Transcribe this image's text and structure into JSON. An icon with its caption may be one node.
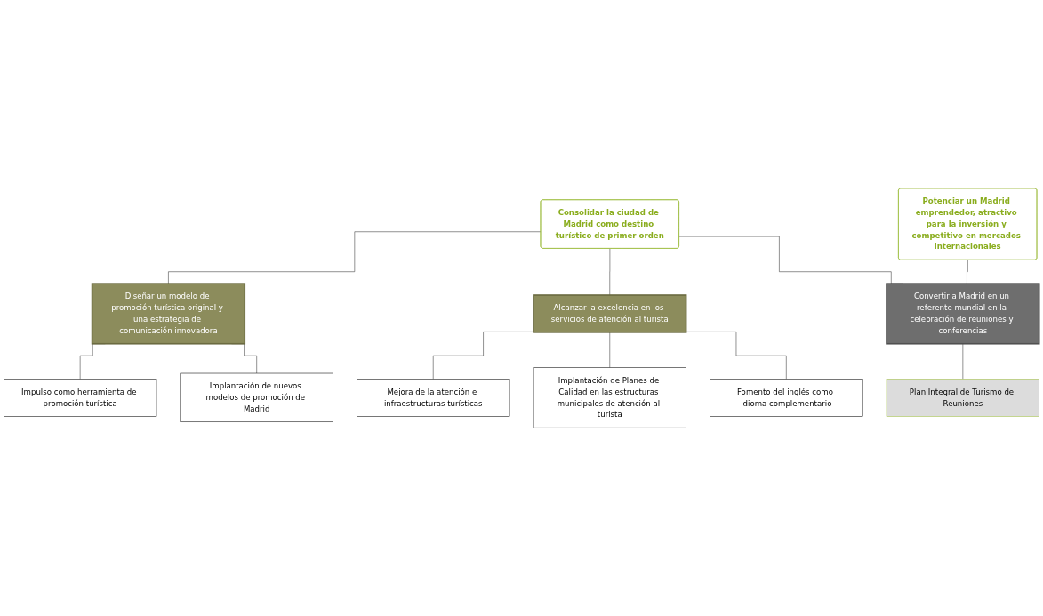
{
  "diagram": {
    "nodes": [
      {
        "text": [
          "Consolidar la ciudad de Madrid como destino turístico de primer orden"
        ]
      },
      {
        "text": [
          "Potenciar un Madrid emprendedor, atractivo para la inversión y competitivo en mercados internacionales"
        ]
      },
      {
        "text": [
          "Diseñar un modelo de promoción turística original y una estrategia de comunicación innovadora"
        ]
      },
      {
        "text": [
          "Alcanzar la excelencia en los servicios de atención al turista"
        ]
      },
      {
        "text": [
          "Convertir a Madrid en un referente mundial en la celebración de reuniones y conferencias"
        ]
      },
      {
        "text": [
          "Impulso como herramienta de promoción turística"
        ]
      },
      {
        "text": [
          "Implantación de nuevos modelos de promoción de Madrid"
        ]
      },
      {
        "text": [
          "Mejora de la atención e infraestructuras turísticas"
        ]
      },
      {
        "text": [
          "Implantación de Planes de Calidad en las estructuras municipales de atención al turista"
        ]
      },
      {
        "text": [
          "Fomento del inglés como idioma complementario"
        ]
      },
      {
        "text": [
          "Plan Integral de Turismo de Reuniones"
        ]
      }
    ],
    "edges": [
      {
        "from": 0,
        "to": 2,
        "arrow": "none"
      },
      {
        "from": 0,
        "to": 3,
        "arrow": "none"
      },
      {
        "from": 0,
        "to": 4,
        "arrow": "none"
      },
      {
        "from": 1,
        "to": 4,
        "arrow": "none"
      },
      {
        "from": 2,
        "to": 5,
        "arrow": "none"
      },
      {
        "from": 2,
        "to": 6,
        "arrow": "none"
      },
      {
        "from": 3,
        "to": 7,
        "arrow": "none"
      },
      {
        "from": 3,
        "to": 8,
        "arrow": "none"
      },
      {
        "from": 3,
        "to": 9,
        "arrow": "none"
      },
      {
        "from": 4,
        "to": 10,
        "arrow": "none"
      }
    ]
  }
}
